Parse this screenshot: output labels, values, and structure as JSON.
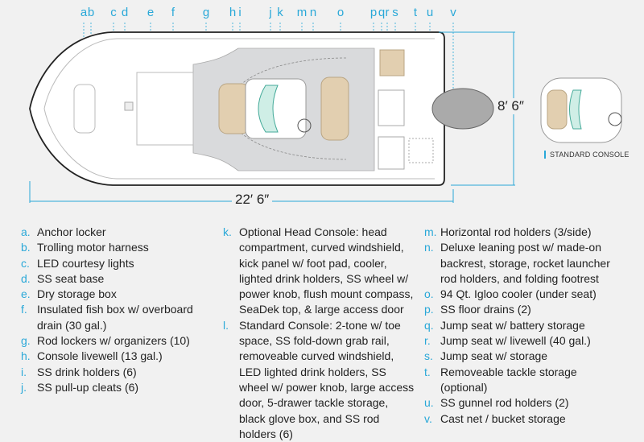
{
  "callout_letters": [
    "a",
    "b",
    "c",
    "d",
    "e",
    "f",
    "g",
    "h",
    "i",
    "j",
    "k",
    "m",
    "n",
    "o",
    "p",
    "q",
    "r",
    "s",
    "t",
    "u",
    "v"
  ],
  "dimensions": {
    "length": "22′ 6″",
    "beam": "8′ 6″"
  },
  "standard_console_label": "STANDARD CONSOLE",
  "colors": {
    "accent": "#29a8d8",
    "seat": "#e2cfb0",
    "deck": "#d9dadc",
    "windshield": "#cfeee6"
  },
  "legend": {
    "col1": [
      {
        "label": "a.",
        "text": "Anchor locker"
      },
      {
        "label": "b.",
        "text": "Trolling motor harness"
      },
      {
        "label": "c.",
        "text": "LED courtesy lights"
      },
      {
        "label": "d.",
        "text": "SS seat base"
      },
      {
        "label": "e.",
        "text": "Dry storage box"
      },
      {
        "label": "f.",
        "text": "Insulated fish box w/ overboard drain (30 gal.)"
      },
      {
        "label": "g.",
        "text": "Rod lockers w/ organizers (10)"
      },
      {
        "label": "h.",
        "text": "Console livewell (13 gal.)"
      },
      {
        "label": "i.",
        "text": "SS drink holders (6)"
      },
      {
        "label": "j.",
        "text": "SS pull-up cleats (6)"
      }
    ],
    "col2": [
      {
        "label": "k.",
        "text": "Optional Head Console: head compartment, curved windshield, kick panel w/ foot pad, cooler, lighted drink holders, SS wheel w/ power knob, flush mount compass, SeaDek top, & large access door"
      },
      {
        "label": "l.",
        "text": "Standard Console: 2-tone w/ toe space, SS fold-down grab rail, removeable curved windshield, LED lighted drink holders, SS wheel w/ power knob, large access door, 5-drawer tackle storage, black glove box, and SS rod holders (6)"
      }
    ],
    "col3": [
      {
        "label": "m.",
        "text": "Horizontal rod holders (3/side)"
      },
      {
        "label": "n.",
        "text": "Deluxe leaning post w/ made-on backrest, storage, rocket launcher rod holders, and folding footrest"
      },
      {
        "label": "o.",
        "text": "94 Qt. Igloo cooler (under seat)"
      },
      {
        "label": "p.",
        "text": "SS floor drains (2)"
      },
      {
        "label": "q.",
        "text": "Jump seat w/ battery storage"
      },
      {
        "label": "r.",
        "text": "Jump seat w/ livewell (40 gal.)"
      },
      {
        "label": "s.",
        "text": "Jump seat w/ storage"
      },
      {
        "label": "t.",
        "text": "Removeable tackle storage (optional)"
      },
      {
        "label": "u.",
        "text": "SS gunnel rod holders (2)"
      },
      {
        "label": "v.",
        "text": "Cast net / bucket storage"
      }
    ]
  }
}
